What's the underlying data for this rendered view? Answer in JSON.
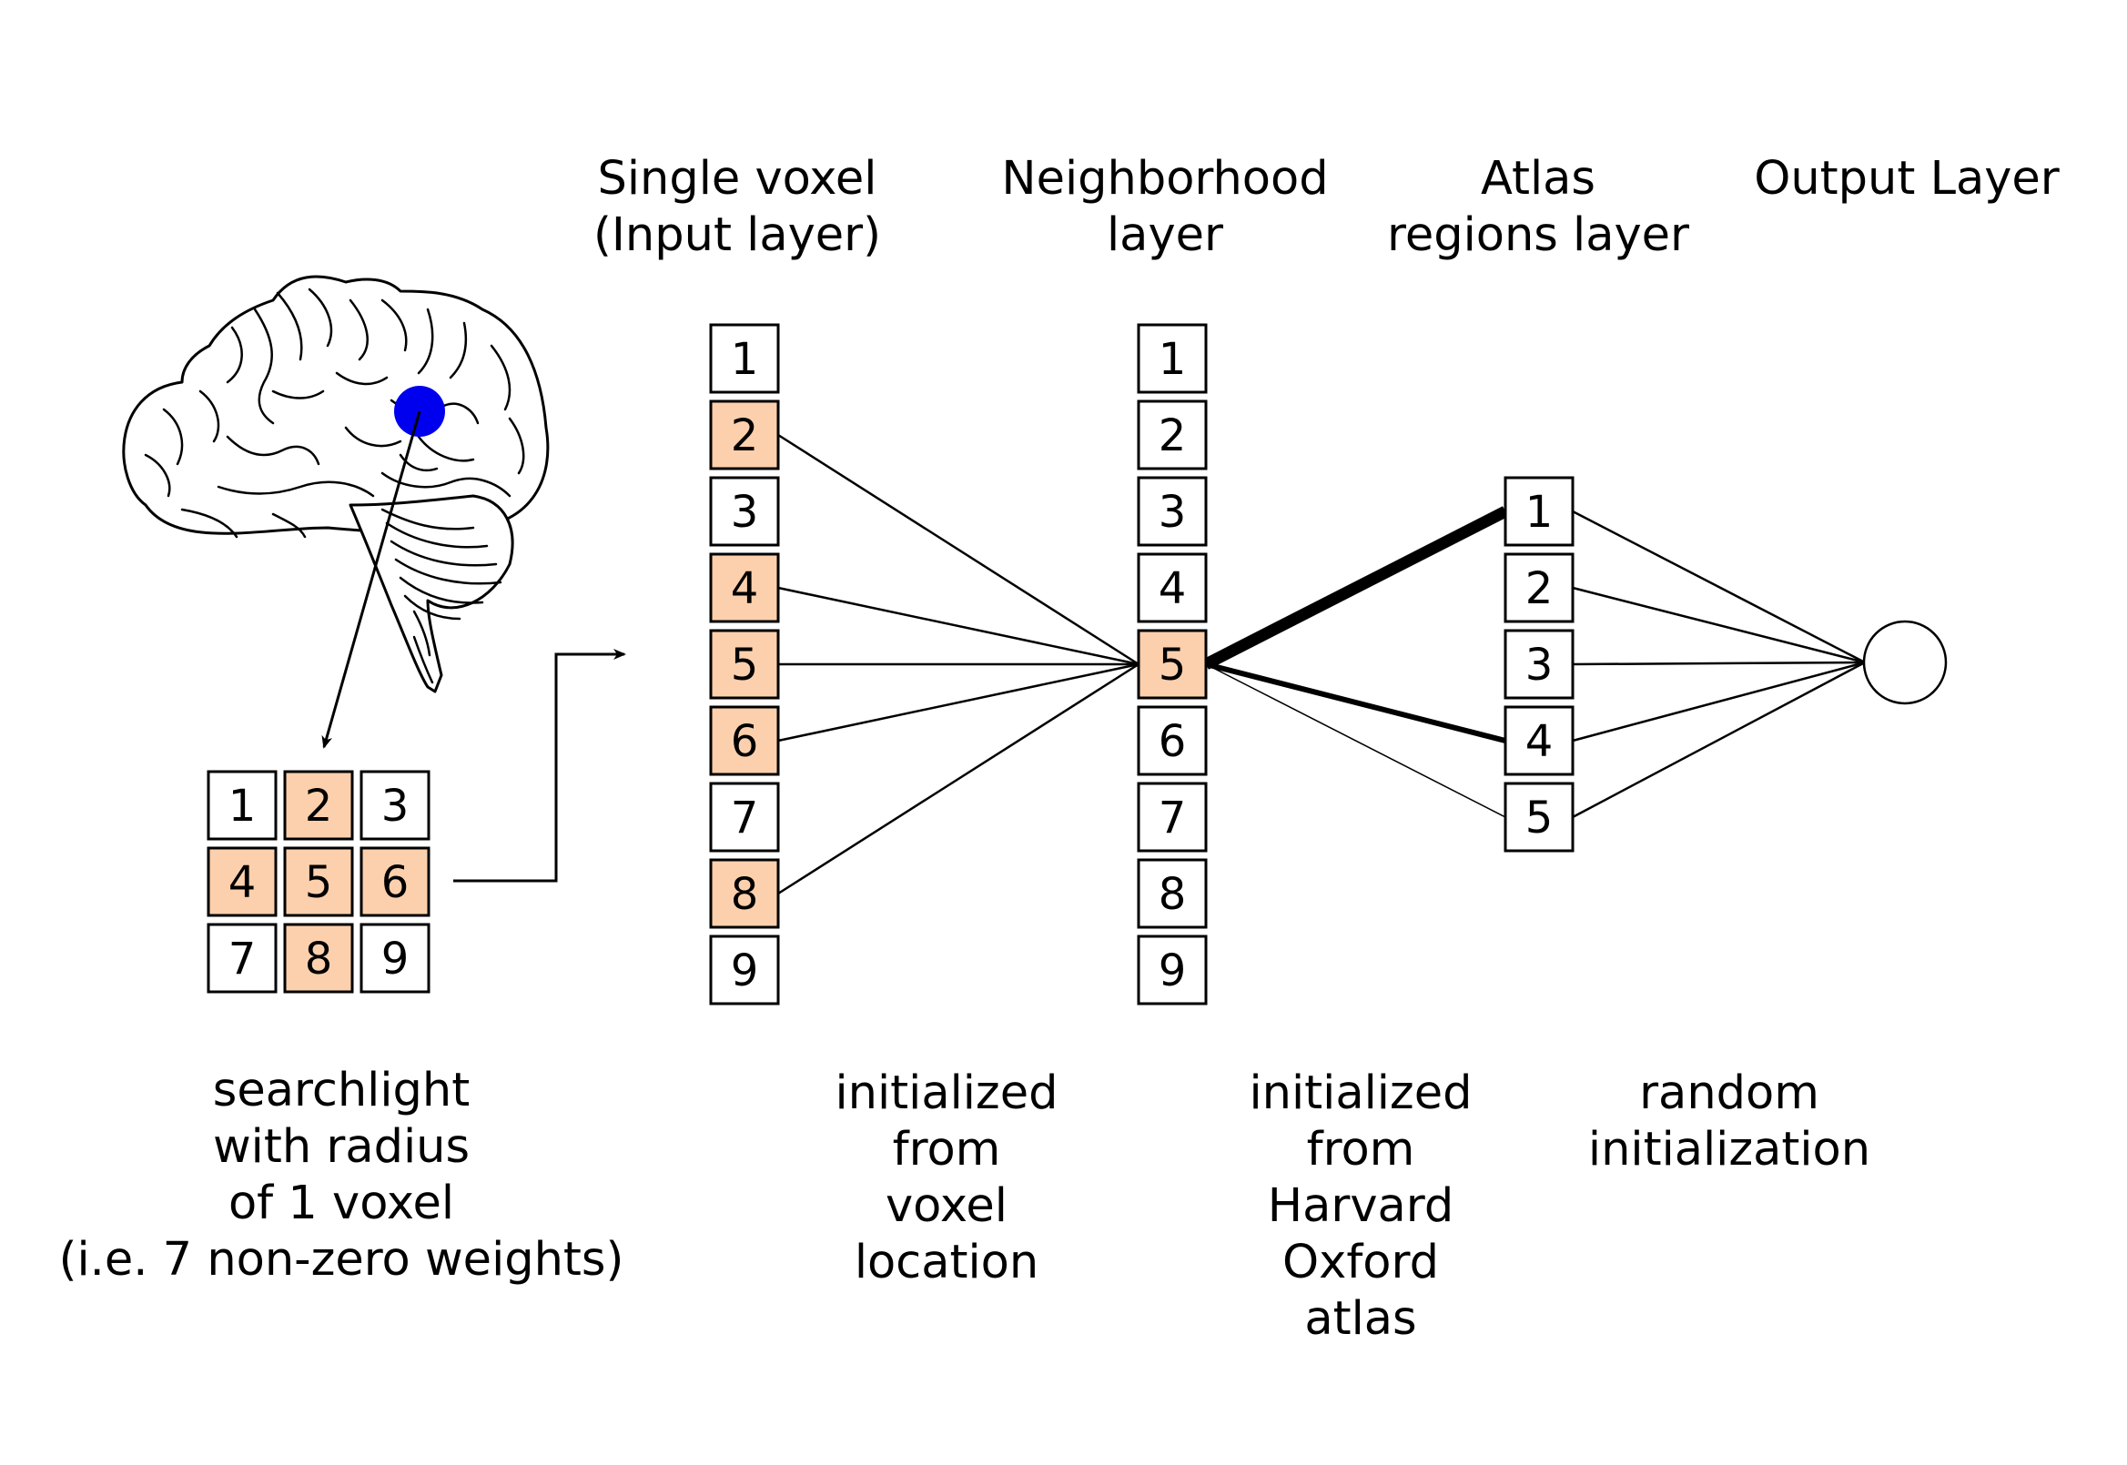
{
  "headers": {
    "input": [
      "Single voxel",
      "(Input layer)"
    ],
    "neighborhood": [
      "Neighborhood",
      "layer"
    ],
    "atlas": [
      "Atlas",
      "regions layer"
    ],
    "output": [
      "Output Layer"
    ]
  },
  "captions": {
    "searchlight": [
      "searchlight",
      "with radius",
      "of 1 voxel",
      "(i.e. 7 non-zero weights)"
    ],
    "voxel_init": [
      "initialized",
      "from",
      "voxel",
      "location"
    ],
    "atlas_init": [
      "initialized",
      "from",
      "Harvard",
      "Oxford",
      "atlas"
    ],
    "random_init": [
      "random",
      "initialization"
    ]
  },
  "searchlight_grid": {
    "cells": [
      "1",
      "2",
      "3",
      "4",
      "5",
      "6",
      "7",
      "8",
      "9"
    ],
    "highlighted": [
      "2",
      "4",
      "5",
      "6",
      "8"
    ]
  },
  "input_layer": {
    "cells": [
      "1",
      "2",
      "3",
      "4",
      "5",
      "6",
      "7",
      "8",
      "9"
    ],
    "highlighted": [
      "2",
      "4",
      "5",
      "6",
      "8"
    ]
  },
  "neighborhood_layer": {
    "cells": [
      "1",
      "2",
      "3",
      "4",
      "5",
      "6",
      "7",
      "8",
      "9"
    ],
    "highlighted": [
      "5"
    ]
  },
  "atlas_layer": {
    "cells": [
      "1",
      "2",
      "3",
      "4",
      "5"
    ]
  },
  "connections": {
    "input_to_neighborhood": {
      "from": [
        "2",
        "4",
        "5",
        "6",
        "8"
      ],
      "to": "5"
    },
    "neighborhood_to_atlas": [
      {
        "from": "5",
        "to": "1",
        "weight": "heavy"
      },
      {
        "from": "5",
        "to": "4",
        "weight": "medium"
      },
      {
        "from": "5",
        "to": "5",
        "weight": "light"
      }
    ],
    "atlas_to_output": {
      "from": [
        "1",
        "2",
        "3",
        "4",
        "5"
      ]
    }
  },
  "colors": {
    "highlight": "#fdd0ad",
    "searchlight_center": "#0000ee",
    "stroke": "#000000",
    "background": "#ffffff"
  },
  "icons": [
    "brain-icon"
  ]
}
